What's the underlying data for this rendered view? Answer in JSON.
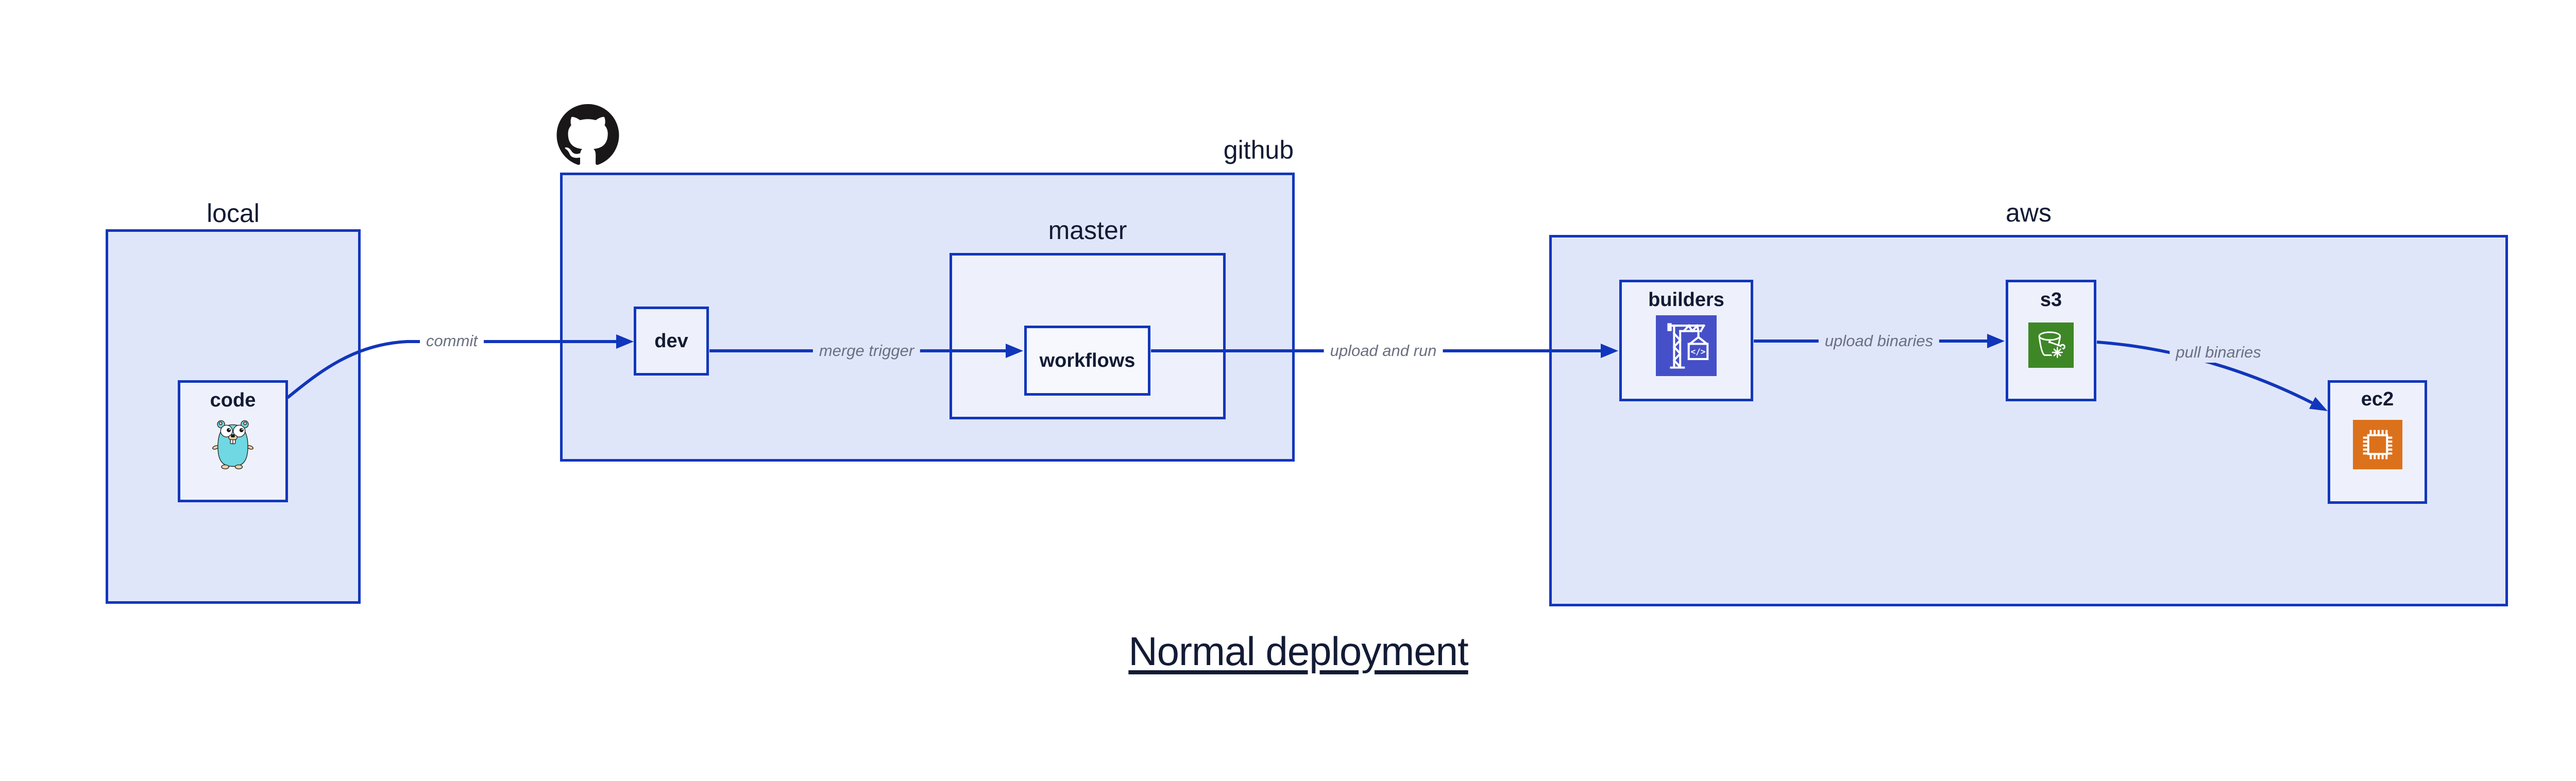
{
  "title": {
    "text": "Normal deployment"
  },
  "containers": {
    "local": {
      "label": "local"
    },
    "github": {
      "label": "github"
    },
    "master": {
      "label": "master"
    },
    "aws": {
      "label": "aws"
    }
  },
  "nodes": {
    "code": {
      "label": "code",
      "icon": "go-gopher-icon"
    },
    "dev": {
      "label": "dev"
    },
    "workflows": {
      "label": "workflows"
    },
    "builders": {
      "label": "builders",
      "icon": "codebuild-crane-icon"
    },
    "s3": {
      "label": "s3",
      "icon": "s3-glacier-bucket-icon"
    },
    "ec2": {
      "label": "ec2",
      "icon": "ec2-chip-icon"
    }
  },
  "edges": {
    "commit": {
      "label": "commit",
      "from": "code",
      "to": "dev"
    },
    "merge_trigger": {
      "label": "merge trigger",
      "from": "dev",
      "to": "workflows"
    },
    "upload_and_run": {
      "label": "upload and run",
      "from": "workflows",
      "to": "builders"
    },
    "upload_binaries": {
      "label": "upload binaries",
      "from": "builders",
      "to": "s3"
    },
    "pull_binaries": {
      "label": "pull binaries",
      "from": "s3",
      "to": "ec2"
    }
  },
  "decorations": {
    "github_logo": "github-octocat-icon"
  },
  "colors": {
    "canvas-bg": "#ffffff",
    "stroke-blue": "#1136bb",
    "container-fill": "#e0e6fa",
    "node-fill": "#eef1fc",
    "inner-node-fill": "#f6f8fe",
    "label-dark": "#131b35",
    "edge-label-gray": "#6a7080",
    "octocat-black": "#191717",
    "gopher-teal": "#6fd8e2",
    "gopher-tan": "#f2cf9f",
    "codebuild-purple": "#4550c8",
    "s3-green": "#3e8726",
    "ec2-orange": "#dc711c"
  }
}
